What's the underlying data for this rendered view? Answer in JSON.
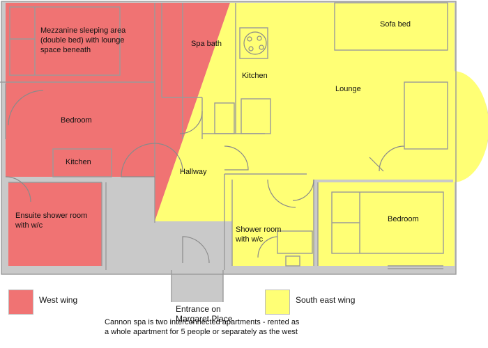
{
  "rooms": {
    "mezzanine": [
      "Mezzanine sleeping area",
      "(double bed) with lounge",
      "space beneath"
    ],
    "west_bedroom": "Bedroom",
    "west_kitchen": "Kitchen",
    "ensuite": [
      "Ensuite shower room",
      "with w/c"
    ],
    "spa_bath": "Spa bath",
    "se_kitchen": "Kitchen",
    "sofa_bed": "Sofa bed",
    "lounge": "Lounge",
    "hallway": "Hallway",
    "shower_room": [
      "Shower room",
      "with w/c"
    ],
    "se_bedroom": "Bedroom"
  },
  "legend": {
    "west_label": "West wing",
    "west_color": "#f07373",
    "se_label": "South east wing",
    "se_color": "#ffff75"
  },
  "entrance": [
    "Entrance on",
    "Margaret Place"
  ],
  "note": [
    "Cannon spa is two interconnected apartments - rented as",
    "a whole apartment for 5 people or separately as the west"
  ]
}
